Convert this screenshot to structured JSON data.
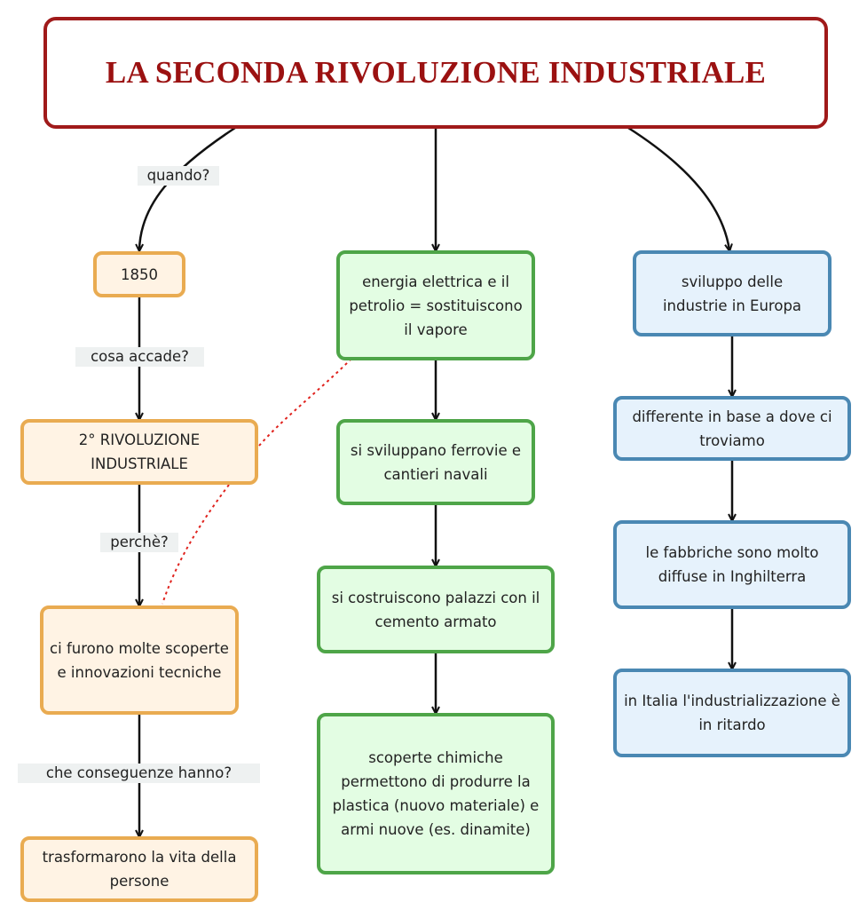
{
  "title": "LA SECONDA RIVOLUZIONE INDUSTRIALE",
  "colors": {
    "title_border": "#a01a1a",
    "title_text": "#9b1111",
    "orange_border": "#e9ab51",
    "orange_fill": "#fff3e4",
    "green_border": "#4ea548",
    "green_fill": "#e3fde3",
    "blue_border": "#4a88b3",
    "blue_fill": "#e6f2fc",
    "dotted_link": "#e0231e"
  },
  "left_branch": {
    "edge_labels": [
      "quando?",
      "cosa accade?",
      "perchè?",
      "che conseguenze hanno?"
    ],
    "nodes": [
      "1850",
      "2° RIVOLUZIONE INDUSTRIALE",
      "ci furono molte scoperte e innovazioni tecniche",
      "trasformarono la vita della persone"
    ]
  },
  "center_branch": {
    "nodes": [
      "energia elettrica e il petrolio = sostituiscono il vapore",
      "si sviluppano ferrovie e cantieri navali",
      "si costruiscono palazzi con il cemento armato",
      "scoperte chimiche permettono di produrre la plastica (nuovo materiale) e armi nuove (es. dinamite)"
    ]
  },
  "right_branch": {
    "nodes": [
      "sviluppo delle industrie in Europa",
      "differente in base a dove ci troviamo",
      "le fabbriche sono molto diffuse in Inghilterra",
      "in Italia l'industrializzazione è in ritardo"
    ]
  }
}
